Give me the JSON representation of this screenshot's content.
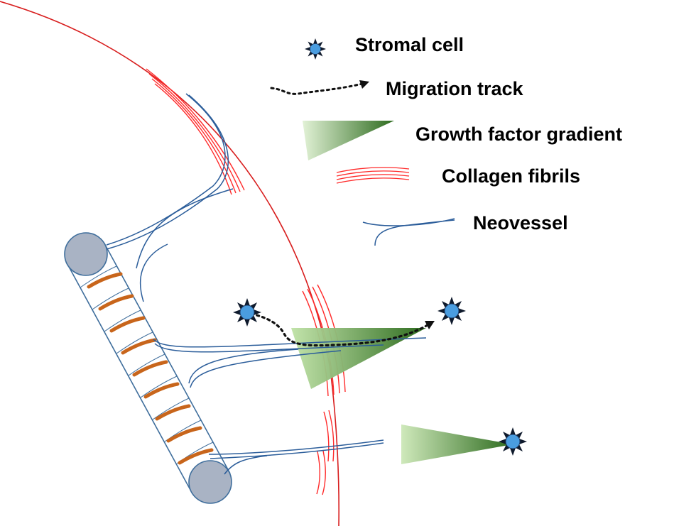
{
  "legend": {
    "stromal_cell": "Stromal cell",
    "migration_track": "Migration track",
    "growth_factor_gradient": "Growth factor gradient",
    "collagen_fibrils": "Collagen fibrils",
    "neovessel": "Neovessel"
  },
  "colors": {
    "boundary": "#d81e1e",
    "collagen": "#ff2a2a",
    "neovessel": "#2b5d9a",
    "vessel_cap": "#a9b3c4",
    "vessel_outline": "#3f6e9c",
    "pericyte_band": "#c8651b",
    "cell_body": "#4a9de0",
    "cell_spikes": "#0f1a2c",
    "gradient_light": "#d6edc4",
    "gradient_dark": "#2d6b1e"
  },
  "icons": {
    "stromal_cell": "star-cell-icon",
    "migration_track": "dotted-arrow-icon",
    "gradient": "wedge-gradient-icon",
    "collagen": "parallel-arcs-icon",
    "neovessel": "branching-line-icon"
  }
}
